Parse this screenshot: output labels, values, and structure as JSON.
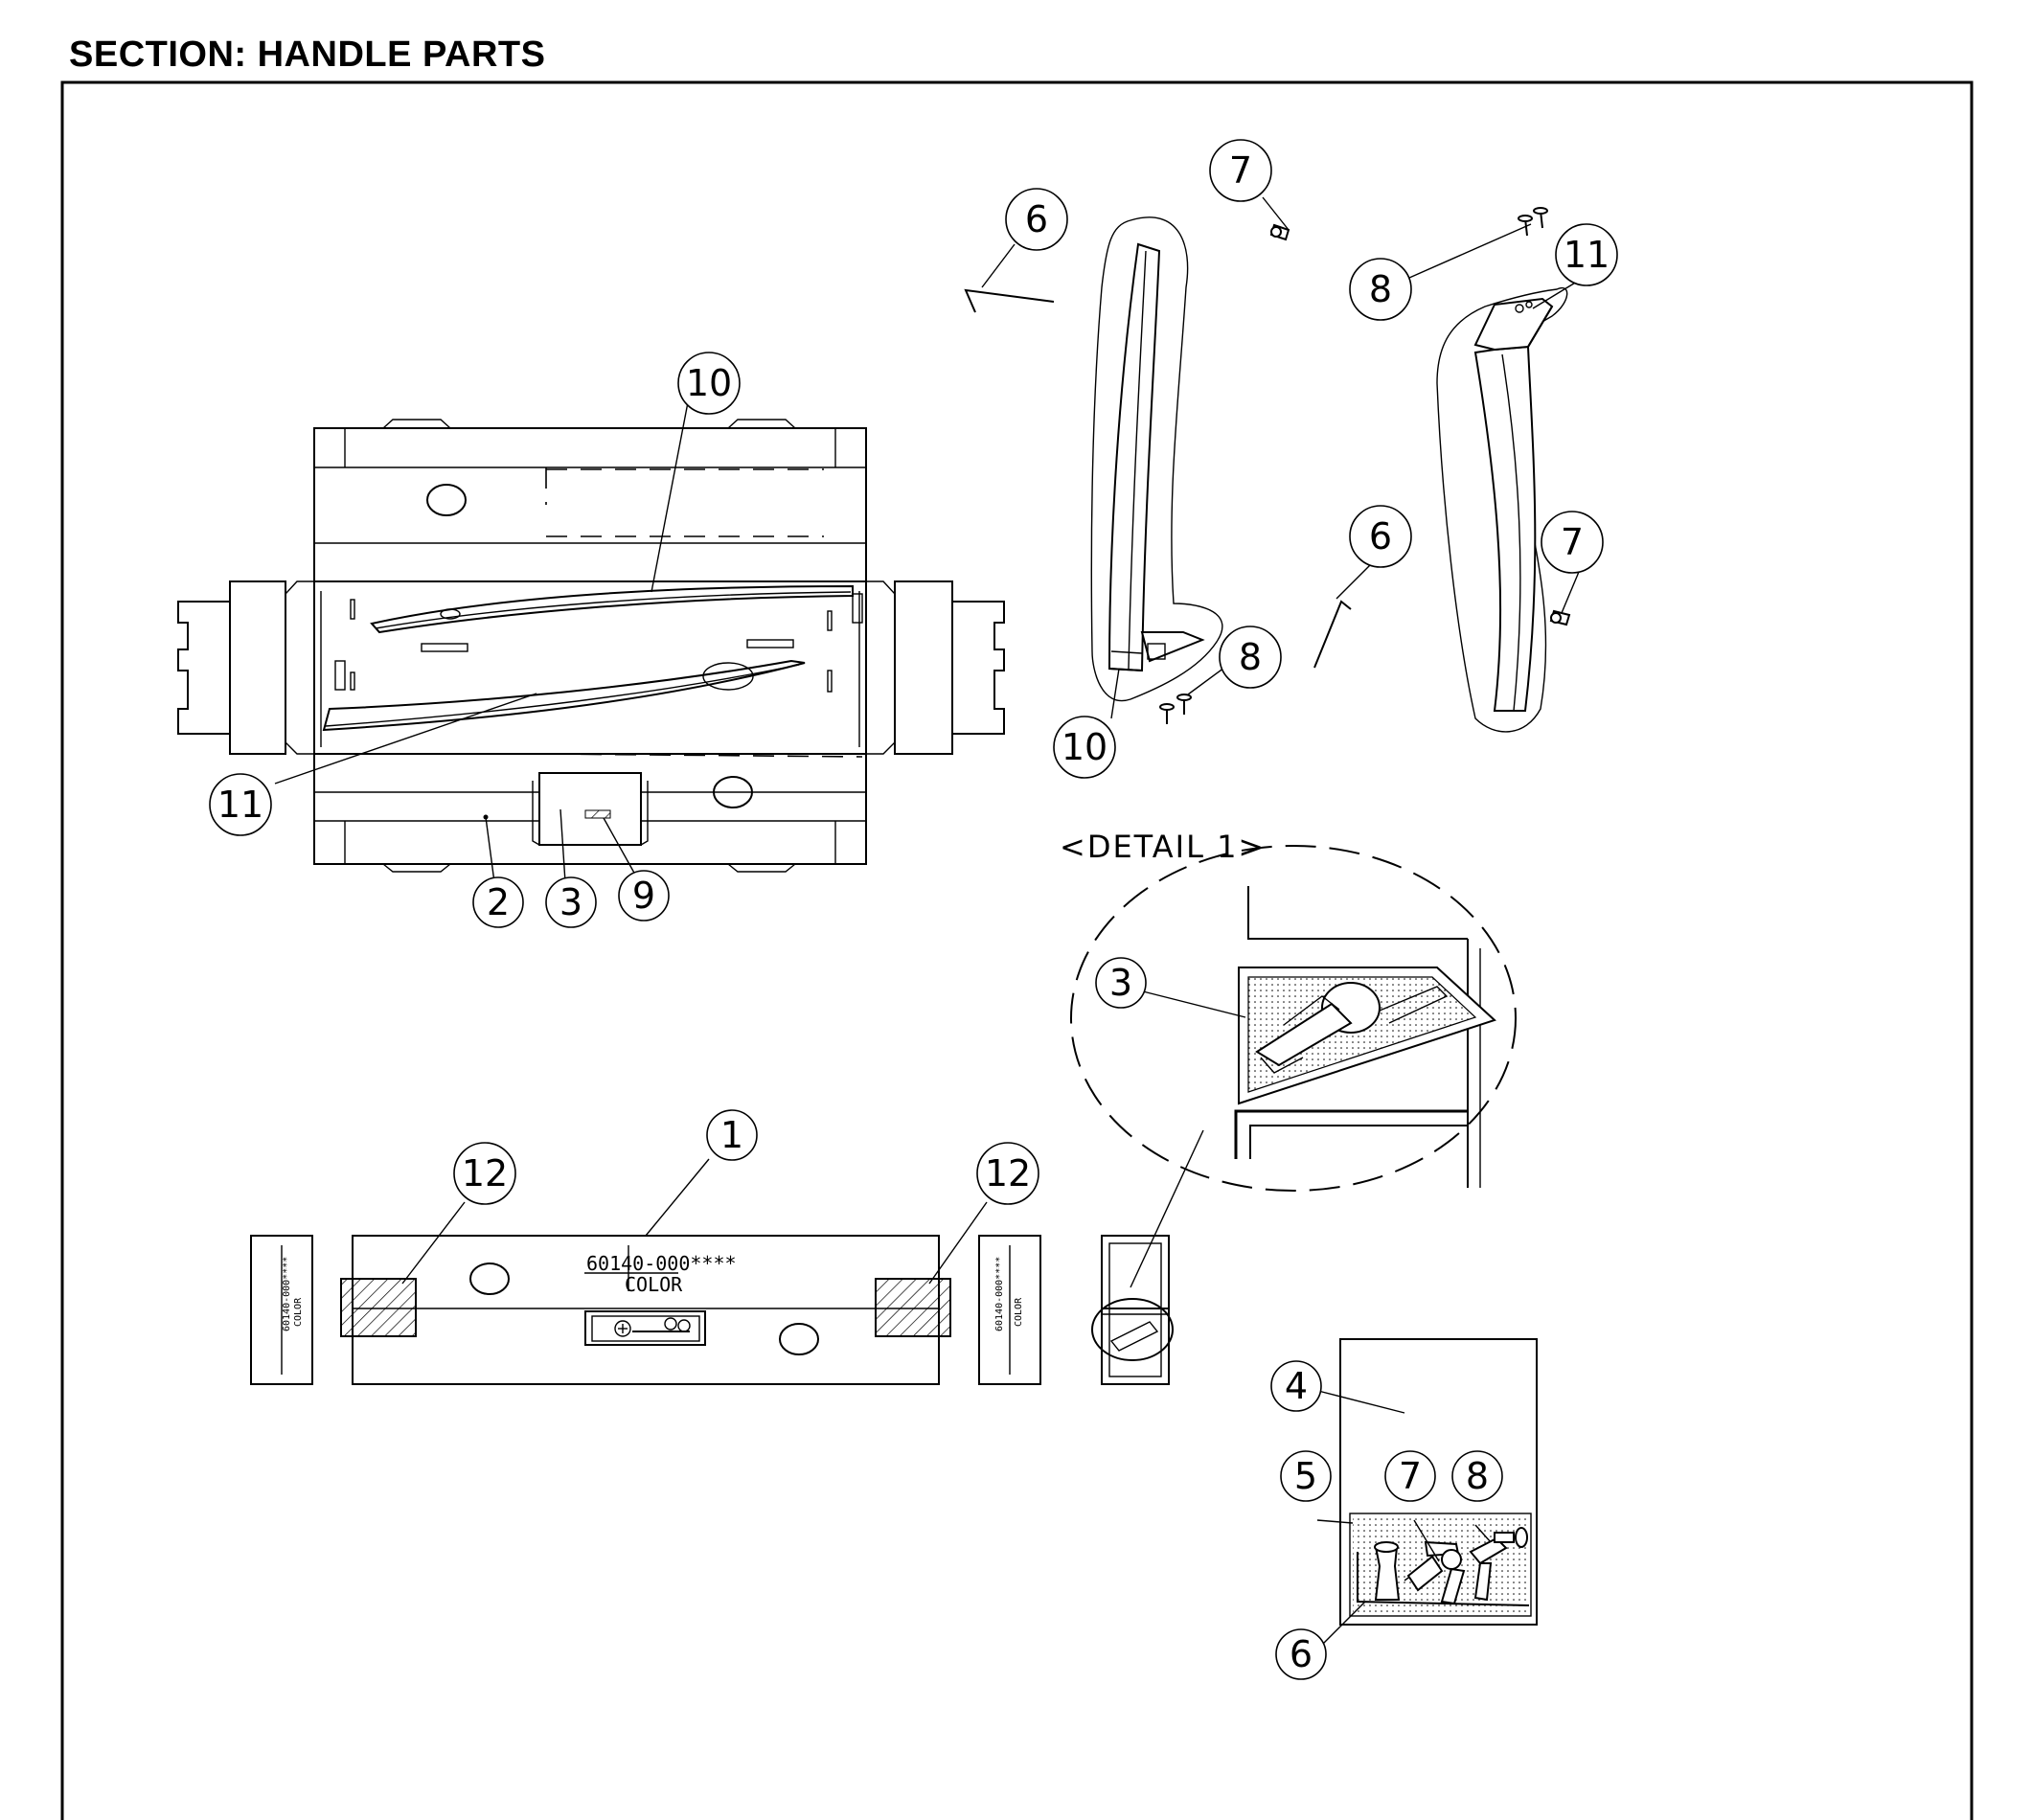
{
  "title": "SECTION: HANDLE PARTS",
  "detail_label": "<DETAIL 1>",
  "box_label": {
    "part_no": "60140-000****",
    "color": "COLOR"
  },
  "end_label": {
    "part_no": "60140-000****",
    "color": "COLOR"
  },
  "callouts": [
    "1",
    "2",
    "3",
    "4",
    "5",
    "6",
    "7",
    "8",
    "9",
    "10",
    "11",
    "12"
  ]
}
